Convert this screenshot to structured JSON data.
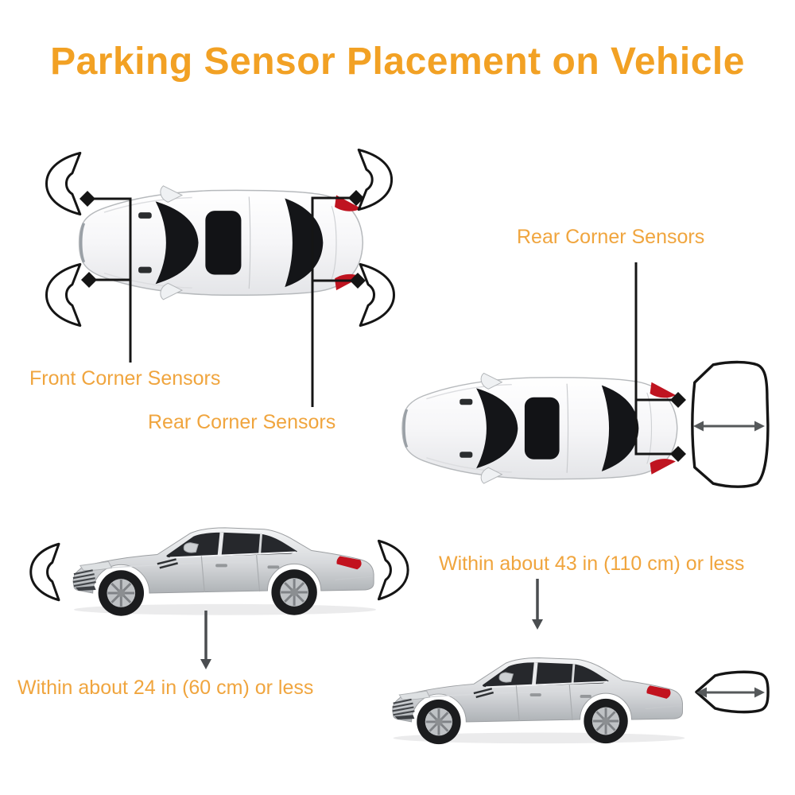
{
  "title": "Parking Sensor Placement on Vehicle",
  "labels": {
    "front_corner": "Front Corner Sensors",
    "rear_corner_left_view": "Rear Corner Sensors",
    "rear_corner_right_view": "Rear Corner Sensors",
    "front_distance": "Within about 24 in (60 cm) or less",
    "rear_distance": "Within about 43 in (110 cm) or less"
  },
  "colors": {
    "accent_orange": "#F2A124",
    "label_orange": "#F0A53E",
    "leader_line": "#151515",
    "arrow_gray": "#55585A",
    "down_arrow_gray": "#4A4D50"
  }
}
